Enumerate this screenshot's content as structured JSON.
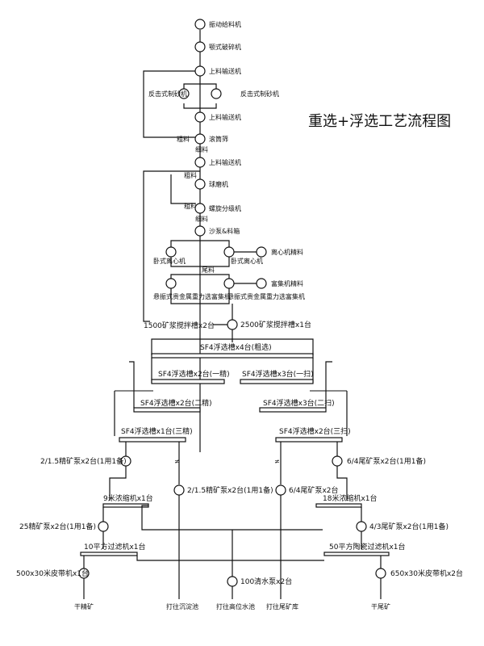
{
  "title": "重选+浮选工艺流程图",
  "crushing": {
    "feeder": "振动给料机",
    "jaw": "颚式破碎机",
    "conveyor1": "上料输送机",
    "impact_left": "反击式制砂机",
    "impact_right": "反击式制砂机",
    "conveyor2": "上料输送机",
    "coarse1": "粗料",
    "screen": "滚筒筛",
    "fine1": "细料"
  },
  "grinding": {
    "conveyor3": "上料输送机",
    "coarse2": "粗料",
    "mill": "球磨机",
    "coarse3": "粗料",
    "classifier": "螺旋分级机",
    "fine2": "细料",
    "pump": "沙泵&料箱"
  },
  "gravity": {
    "hcl_left": "卧式离心机",
    "hcl_right": "卧式离心机",
    "tailings_label": "尾料",
    "hcl_product": "离心机精料",
    "conc_left": "悬振式贵金属重力选富集机",
    "conc_right": "悬振式贵金属重力选富集机",
    "conc_product": "富集机精料",
    "tank_left": "1500矿浆搅拌槽x2台",
    "tank_right": "2500矿浆搅拌槽x1台"
  },
  "flotation": {
    "rough": "SF4浮选槽x4台(粗选)",
    "clean1": "SF4浮选槽x2台(一精)",
    "scav1": "SF4浮选槽x3台(一扫)",
    "clean2": "SF4浮选槽x2台(二精)",
    "scav2": "SF4浮选槽x3台(二扫)",
    "clean3": "SF4浮选槽x1台(三精)",
    "scav3": "SF4浮选槽x2台(三扫)"
  },
  "dewatering": {
    "pump_l1": "2/1.5精矿泵x2台(1用1备)",
    "pump_l2": "2/1.5精矿泵x2台(1用1备)",
    "pump_r1": "6/4尾矿泵x2台(1用1备)",
    "pump_r2": "6/4尾矿泵x2台",
    "thickener": "18米浓缩机x1台",
    "conc_thickener": "9米浓缩机x1台",
    "pump_l3": "25精矿泵x2台(1用1备)",
    "pump_r3": "4/3尾矿泵x2台(1用1备)",
    "filter_l": "10平方过滤机x1台",
    "filter_r": "50平方陶瓷过滤机x1台",
    "belt_l": "500x30米皮带机x1台",
    "belt_r": "650x30米皮带机x2台",
    "water_pump": "100清水泵x2台"
  },
  "outputs": {
    "dry_conc": "干精矿",
    "pond": "打往沉淀池",
    "tank": "打往高位水池",
    "tailings_yard": "打往尾矿库",
    "dry_tail": "干尾矿"
  }
}
